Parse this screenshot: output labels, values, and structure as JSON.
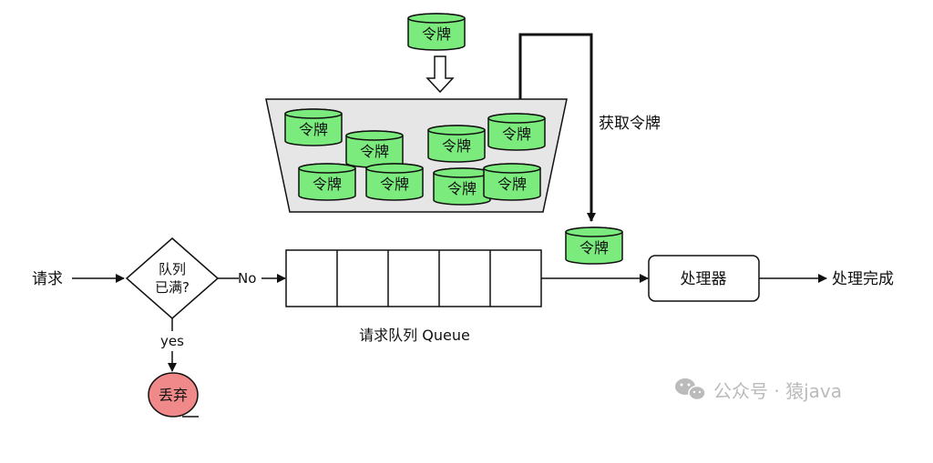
{
  "colors": {
    "token_fill": "#7CEB7E",
    "token_stroke": "#111111",
    "bucket_fill": "#e6e6e6",
    "discard_fill": "#f08a8a",
    "line": "#111111",
    "watermark": "#bbbbbb"
  },
  "token_label": "令牌",
  "labels": {
    "get_token": "获取令牌",
    "request": "请求",
    "decision_line1": "队列",
    "decision_line2": "已满?",
    "no": "No",
    "yes": "yes",
    "discard": "丢弃",
    "queue": "请求队列 Queue",
    "processor": "处理器",
    "done": "处理完成"
  },
  "watermark": {
    "text": "公众号 · 猿java",
    "icon": "wechat-icon"
  },
  "queue_slots": 5
}
